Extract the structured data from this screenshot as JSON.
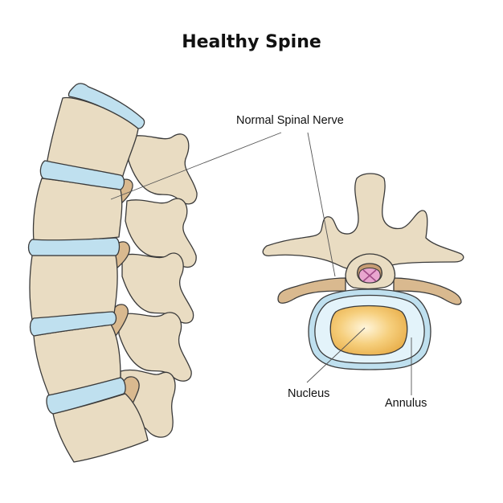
{
  "title": "Healthy Spine",
  "labels": {
    "nerve": "Normal Spinal Nerve",
    "nucleus": "Nucleus",
    "annulus": "Annulus"
  },
  "colors": {
    "bone": "#e9dcc2",
    "bone_shade": "#d9c6a3",
    "disc": "#bfe0ef",
    "disc_light": "#e3f3fa",
    "nerve": "#d9b98f",
    "nucleus": "#f3c164",
    "cord": "#e9a6cf",
    "outline": "#3a3a3a"
  }
}
